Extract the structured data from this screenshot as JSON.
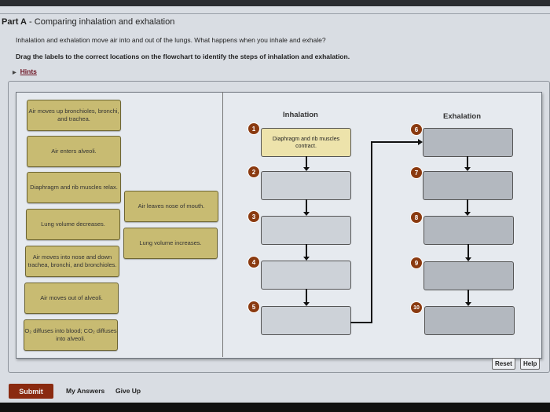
{
  "header": {
    "part": "Part A",
    "title": "Comparing inhalation and exhalation",
    "intro": "Inhalation and exhalation move air into and out of the lungs. What happens when you inhale and exhale?",
    "instruction": "Drag the labels to the correct locations on the flowchart to identify the steps of inhalation and exhalation.",
    "hints": "Hints"
  },
  "labels": [
    "Air moves up bronchioles, bronchi, and trachea.",
    "Air enters alveoli.",
    "Diaphragm and rib muscles relax.",
    "Lung volume decreases.",
    "Air moves into nose and down trachea, bronchi, and bronchioles.",
    "Air moves out of alveoli.",
    "O₂ diffuses into blood; CO₂ diffuses into alveoli.",
    "Air leaves nose of mouth.",
    "Lung volume increases."
  ],
  "flowchart": {
    "inhalation_title": "Inhalation",
    "exhalation_title": "Exhalation",
    "step1": "Diaphragm and rib muscles contract.",
    "badges": [
      "1",
      "2",
      "3",
      "4",
      "5",
      "6",
      "7",
      "8",
      "9",
      "10"
    ]
  },
  "buttons": {
    "reset": "Reset",
    "help": "Help",
    "submit": "Submit",
    "my_answers": "My Answers",
    "give_up": "Give Up"
  }
}
